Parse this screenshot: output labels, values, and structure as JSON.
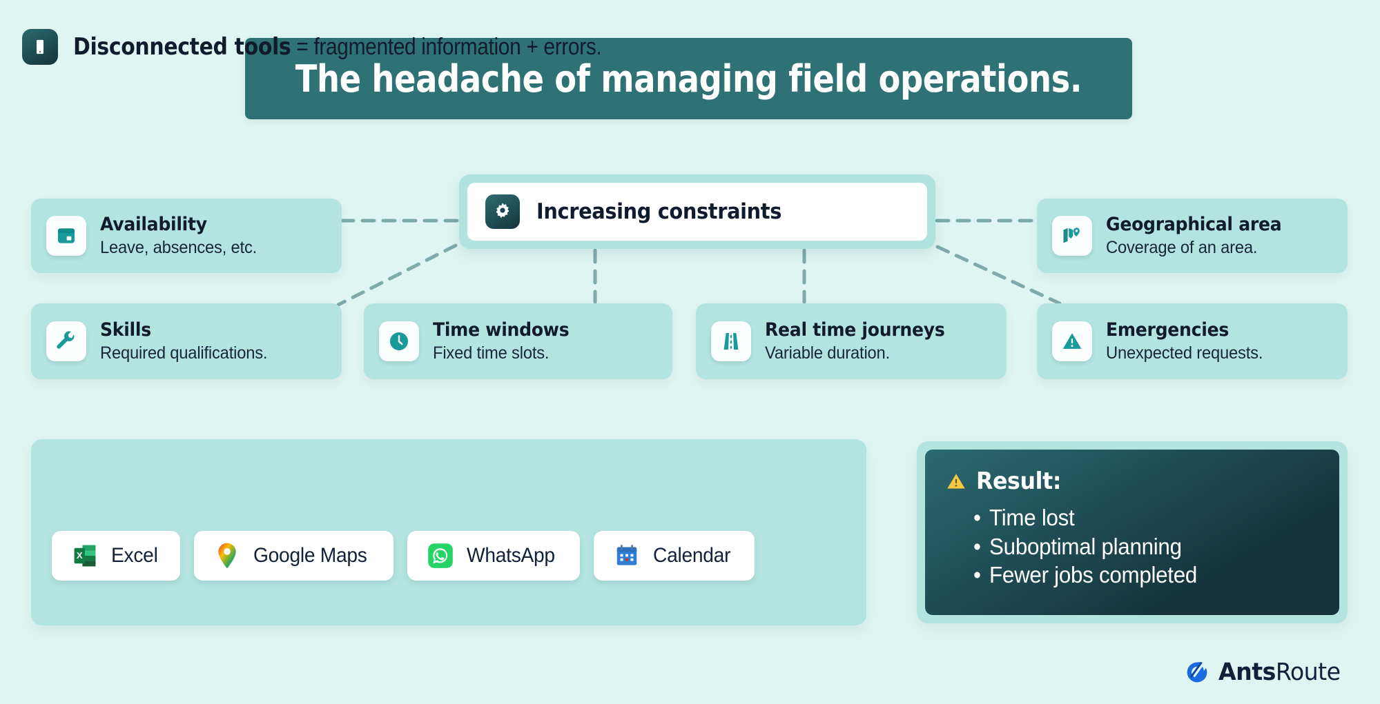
{
  "theme": {
    "background": "#dff5f1",
    "banner_bg": "#2f7275",
    "card_bg": "#b3e4e0",
    "icon_teal": "#1a9a9a",
    "text_dark": "#101c2e",
    "result_gradient_from": "#2b6a70",
    "result_gradient_to": "#15323c",
    "warning_yellow": "#f4c842",
    "connector_color": "#7fa9ab"
  },
  "header": {
    "title": "The headache of managing field operations."
  },
  "hub": {
    "icon": "gear-icon",
    "label": "Increasing constraints"
  },
  "constraints": [
    {
      "id": "availability",
      "icon": "calendar-event-icon",
      "title": "Availability",
      "subtitle": "Leave, absences, etc."
    },
    {
      "id": "skills",
      "icon": "wrench-icon",
      "title": "Skills",
      "subtitle": "Required qualifications."
    },
    {
      "id": "time-windows",
      "icon": "clock-icon",
      "title": "Time windows",
      "subtitle": "Fixed time slots."
    },
    {
      "id": "real-time-journeys",
      "icon": "road-icon",
      "title": "Real time journeys",
      "subtitle": "Variable duration."
    },
    {
      "id": "geographical-area",
      "icon": "map-pin-icon",
      "title": "Geographical area",
      "subtitle": "Coverage of an area."
    },
    {
      "id": "emergencies",
      "icon": "warning-triangle-icon",
      "title": "Emergencies",
      "subtitle": "Unexpected requests."
    }
  ],
  "tools": {
    "icon": "mobile-phone-icon",
    "heading_bold": "Disconnected tools",
    "heading_rest": " = fragmented information + errors.",
    "apps": [
      {
        "id": "excel",
        "icon": "excel-icon",
        "label": "Excel"
      },
      {
        "id": "google-maps",
        "icon": "google-maps-icon",
        "label": "Google Maps"
      },
      {
        "id": "whatsapp",
        "icon": "whatsapp-icon",
        "label": "WhatsApp"
      },
      {
        "id": "calendar",
        "icon": "calendar-icon",
        "label": "Calendar"
      }
    ]
  },
  "result": {
    "icon": "warning-triangle-icon",
    "heading": "Result:",
    "items": [
      "Time lost",
      "Suboptimal planning",
      "Fewer jobs completed"
    ]
  },
  "logo": {
    "mark": "antsroute-logo-icon",
    "bold_part": "Ants",
    "light_part": "Route"
  }
}
